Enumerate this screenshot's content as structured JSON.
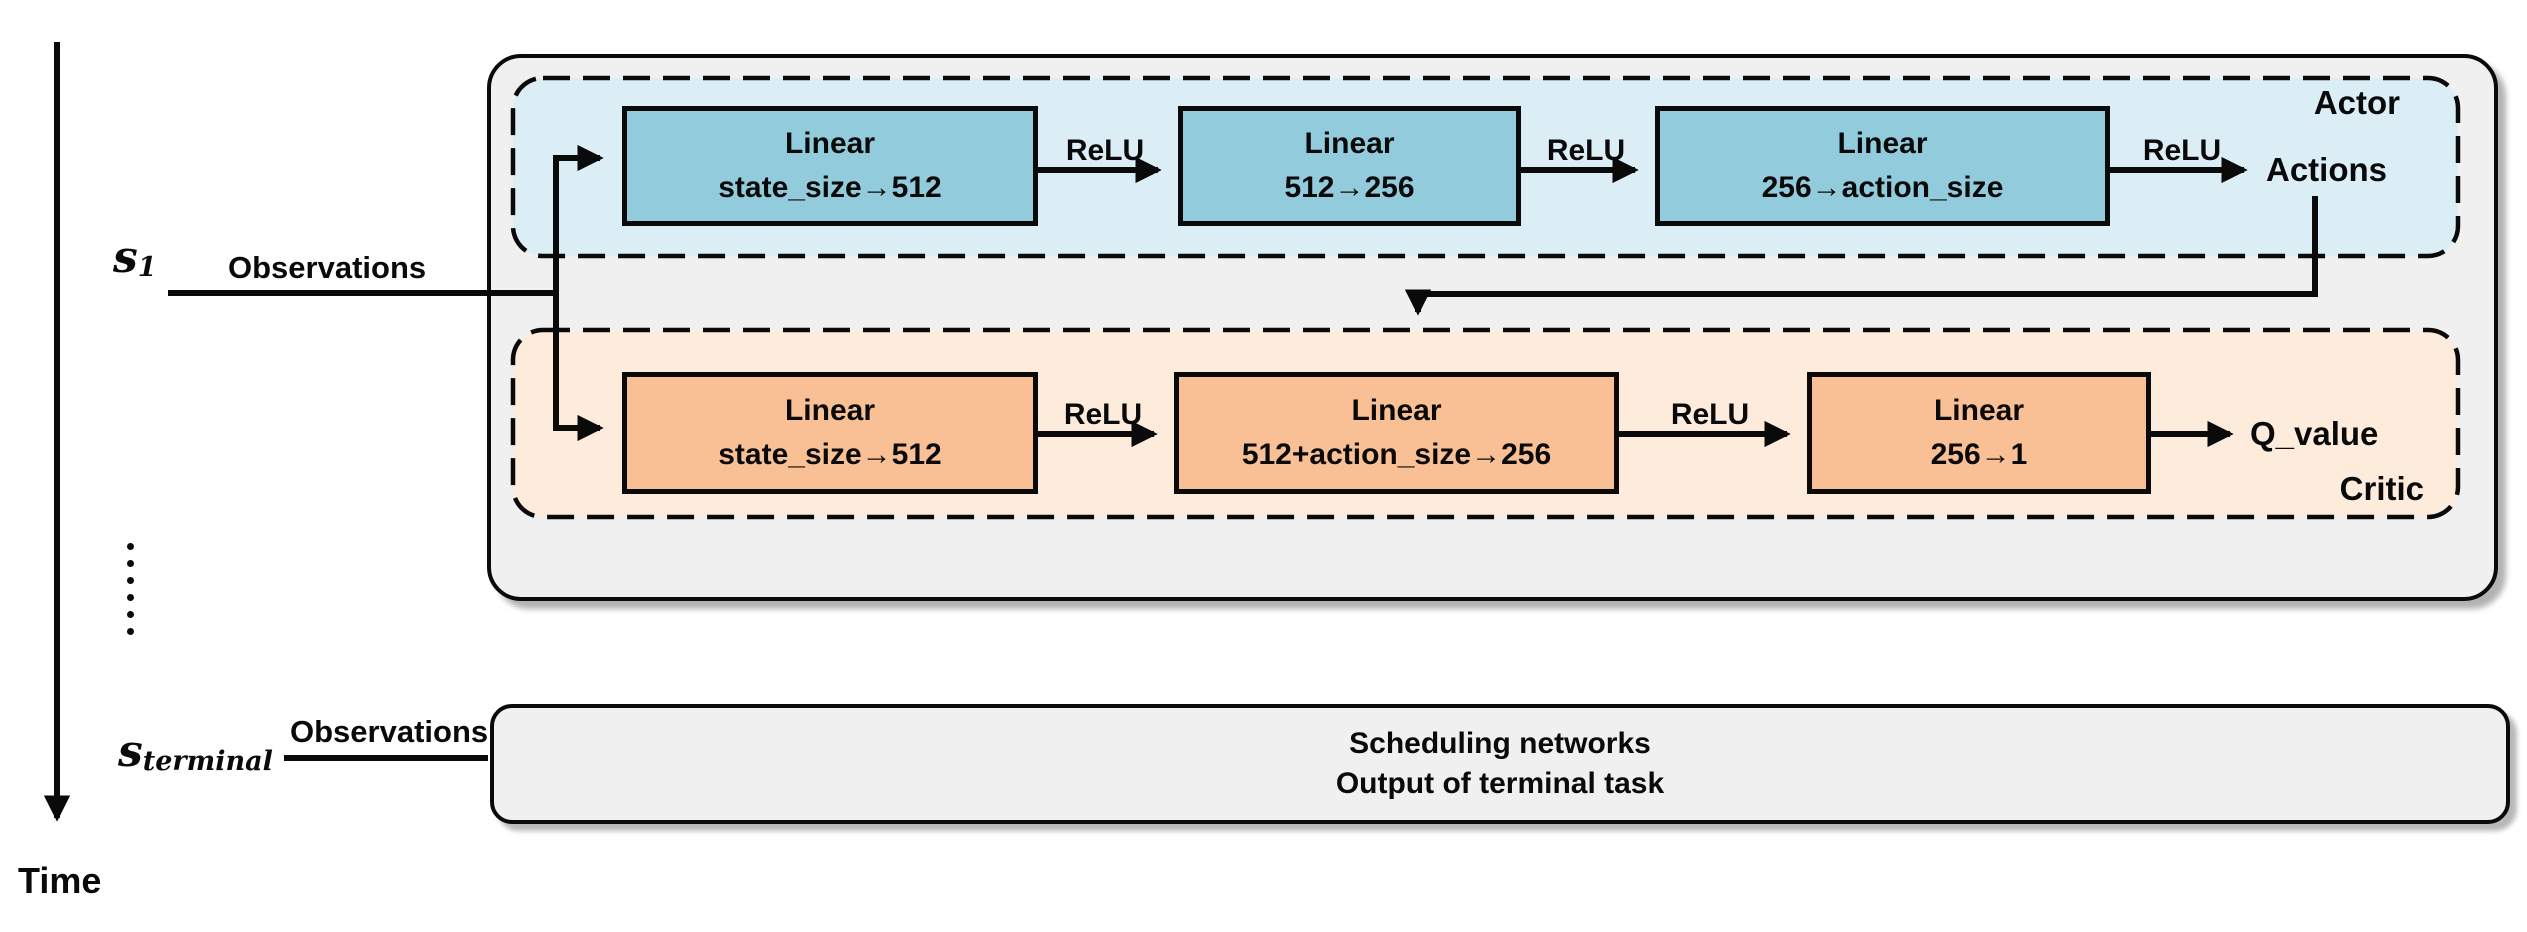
{
  "timeline": {
    "time_label": "Time",
    "s1": {
      "base": "s",
      "sub": "1"
    },
    "s_terminal": {
      "base": "s",
      "sub": "terminal"
    },
    "observations_top": "Observations",
    "observations_bottom": "Observations"
  },
  "actor": {
    "label": "Actor",
    "output": "Actions",
    "layers": [
      {
        "l1": "Linear",
        "l2": "state_size→512"
      },
      {
        "l1": "Linear",
        "l2": "512→256"
      },
      {
        "l1": "Linear",
        "l2": "256→action_size"
      }
    ],
    "relu": [
      "ReLU",
      "ReLU",
      "ReLU"
    ]
  },
  "critic": {
    "label": "Critic",
    "output": "Q_value",
    "layers": [
      {
        "l1": "Linear",
        "l2": "state_size→512"
      },
      {
        "l1": "Linear",
        "l2": "512+action_size→256"
      },
      {
        "l1": "Linear",
        "l2": "256→1"
      }
    ],
    "relu": [
      "ReLU",
      "ReLU"
    ]
  },
  "scheduling": {
    "line1": "Scheduling networks",
    "line2": "Output of terminal task"
  },
  "colors": {
    "actor_box": "#92cbdc",
    "actor_region": "#dceef5",
    "critic_box": "#f8c094",
    "critic_region": "#fdecdc",
    "panel_gray": "#f0f0f0",
    "line_black": "#0a0a0a"
  }
}
